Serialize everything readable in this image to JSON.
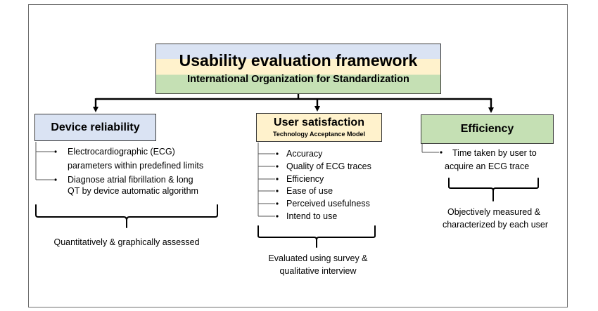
{
  "root": {
    "title": "Usability evaluation framework",
    "subtitle": "International Organization for Standardization",
    "colors": [
      "#dae3f3",
      "#fff2cc",
      "#c5e0b4"
    ]
  },
  "branches": {
    "reliability": {
      "title": "Device reliability",
      "color": "#dae3f3",
      "items": [
        "Electrocardiographic (ECG)",
        "parameters within predefined limits",
        "Diagnose atrial fibrillation & long",
        "QT by device automatic algorithm"
      ],
      "note": "Quantitatively & graphically assessed"
    },
    "satisfaction": {
      "title": "User satisfaction",
      "subtitle": "Technology Acceptance Model",
      "color": "#fff2cc",
      "items": [
        "Accuracy",
        "Quality of ECG traces",
        "Efficiency",
        "Ease of use",
        "Perceived usefulness",
        "Intend to use"
      ],
      "note": [
        "Evaluated using survey &",
        "qualitative interview"
      ]
    },
    "efficiency": {
      "title": "Efficiency",
      "color": "#c5e0b4",
      "items": [
        "Time taken by user to",
        "acquire an ECG trace"
      ],
      "note": [
        "Objectively measured &",
        "characterized by each user"
      ]
    }
  }
}
